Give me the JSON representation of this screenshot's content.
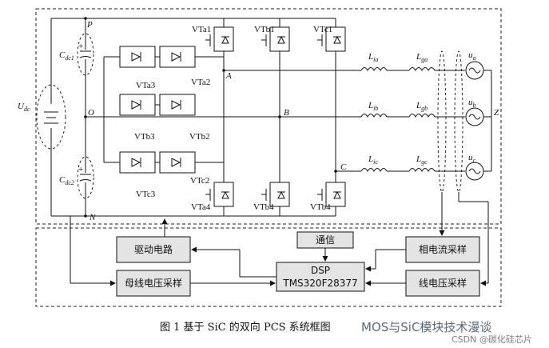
{
  "nodes": {
    "p": "P",
    "n": "N",
    "o": "O",
    "a": "A",
    "b": "B",
    "c": "C",
    "z": "Z",
    "udc": "U",
    "udc_sub": "dc",
    "cdc1": "C",
    "cdc1_sub": "dc1",
    "cdc2": "C",
    "cdc2_sub": "dc2"
  },
  "switches": {
    "vta1": "VTa1",
    "vtb1": "VTb1",
    "vtc1": "VTc1",
    "vta4": "VTa4",
    "vtb4a": "VTb4",
    "vtb4b": "VTb4",
    "vta2": "VTa2",
    "vta3": "VTa3",
    "vtb2": "VTb2",
    "vtb3": "VTb3",
    "vtc2": "VTc2",
    "vtc3": "VTc3"
  },
  "inductors": [
    {
      "sym": "L",
      "sub": "ia"
    },
    {
      "sym": "L",
      "sub": "ga"
    },
    {
      "sym": "L",
      "sub": "ib"
    },
    {
      "sym": "L",
      "sub": "gb"
    },
    {
      "sym": "L",
      "sub": "ic"
    },
    {
      "sym": "L",
      "sub": "gc"
    }
  ],
  "sources": [
    {
      "sym": "u",
      "sub": "a"
    },
    {
      "sym": "u",
      "sub": "b"
    },
    {
      "sym": "u",
      "sub": "c"
    }
  ],
  "blocks": {
    "driver": "驱动电路",
    "comm": "通信",
    "phase_current": "相电流采样",
    "dsp_line1": "DSP",
    "dsp_line2": "TMS320F28377",
    "bus_voltage": "母线电压采样",
    "line_voltage": "线电压采样"
  },
  "caption": "图 1    基于 SiC 的双向 PCS 系统框图",
  "watermark": {
    "main": "MOS与SiC模块技术漫谈",
    "csdn": "CSDN @碳化硅芯片"
  }
}
